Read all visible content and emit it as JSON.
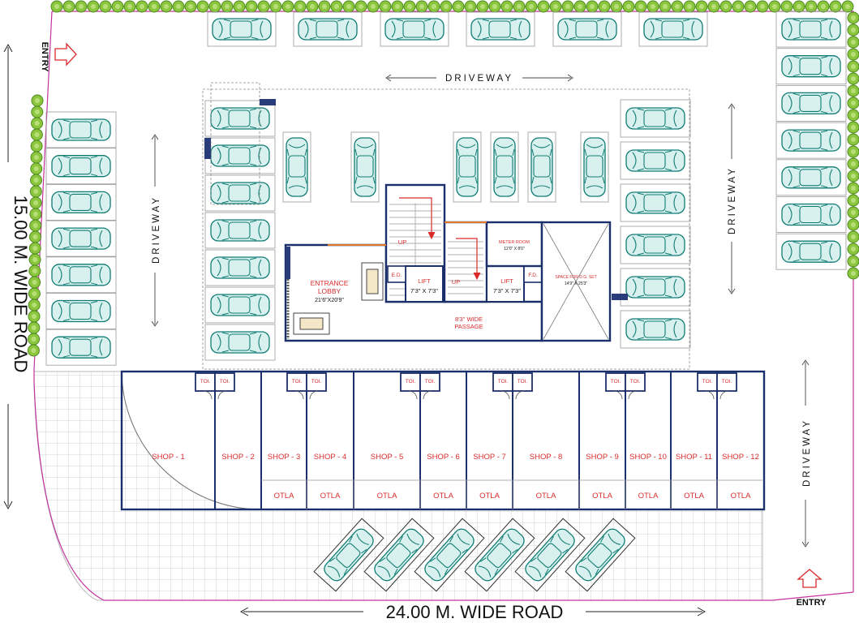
{
  "roads": {
    "left": "15.00 M. WIDE ROAD",
    "bottom": "24.00 M. WIDE ROAD"
  },
  "entries": {
    "top_left": "ENTRY",
    "bottom_right": "ENTRY"
  },
  "driveways": {
    "top": "DRIVEWAY",
    "left": "DRIVEWAY",
    "right": "DRIVEWAY",
    "bottom_right": "DRIVEWAY"
  },
  "core": {
    "entrance_lobby": "ENTRANCE\nLOBBY",
    "entrance_lobby_size": "21'6\"X20'9\"",
    "passage": "8'3\" WIDE\nPASSAGE",
    "lift_left": "LIFT",
    "lift_left_size": "7'3\" X 7'3\"",
    "lift_right": "LIFT",
    "lift_right_size": "7'3\" X 7'3\"",
    "meter_room": "METER ROOM",
    "meter_room_size": "12'0\" X 8'0\"",
    "dg_space": "SPACE FOR D.G. SET",
    "dg_space_size": "14'9\" X 25'3\"",
    "duct_left": "E.D.",
    "duct_right": "F.D.",
    "stair_up_1": "UP",
    "stair_up_2": "UP"
  },
  "shops": [
    "SHOP - 1",
    "SHOP - 2",
    "SHOP - 3",
    "SHOP - 4",
    "SHOP - 5",
    "SHOP - 6",
    "SHOP - 7",
    "SHOP - 8",
    "SHOP - 9",
    "SHOP - 10",
    "SHOP - 11",
    "SHOP - 12"
  ],
  "otla_label": "OTLA",
  "toilet_label": "TOI."
}
